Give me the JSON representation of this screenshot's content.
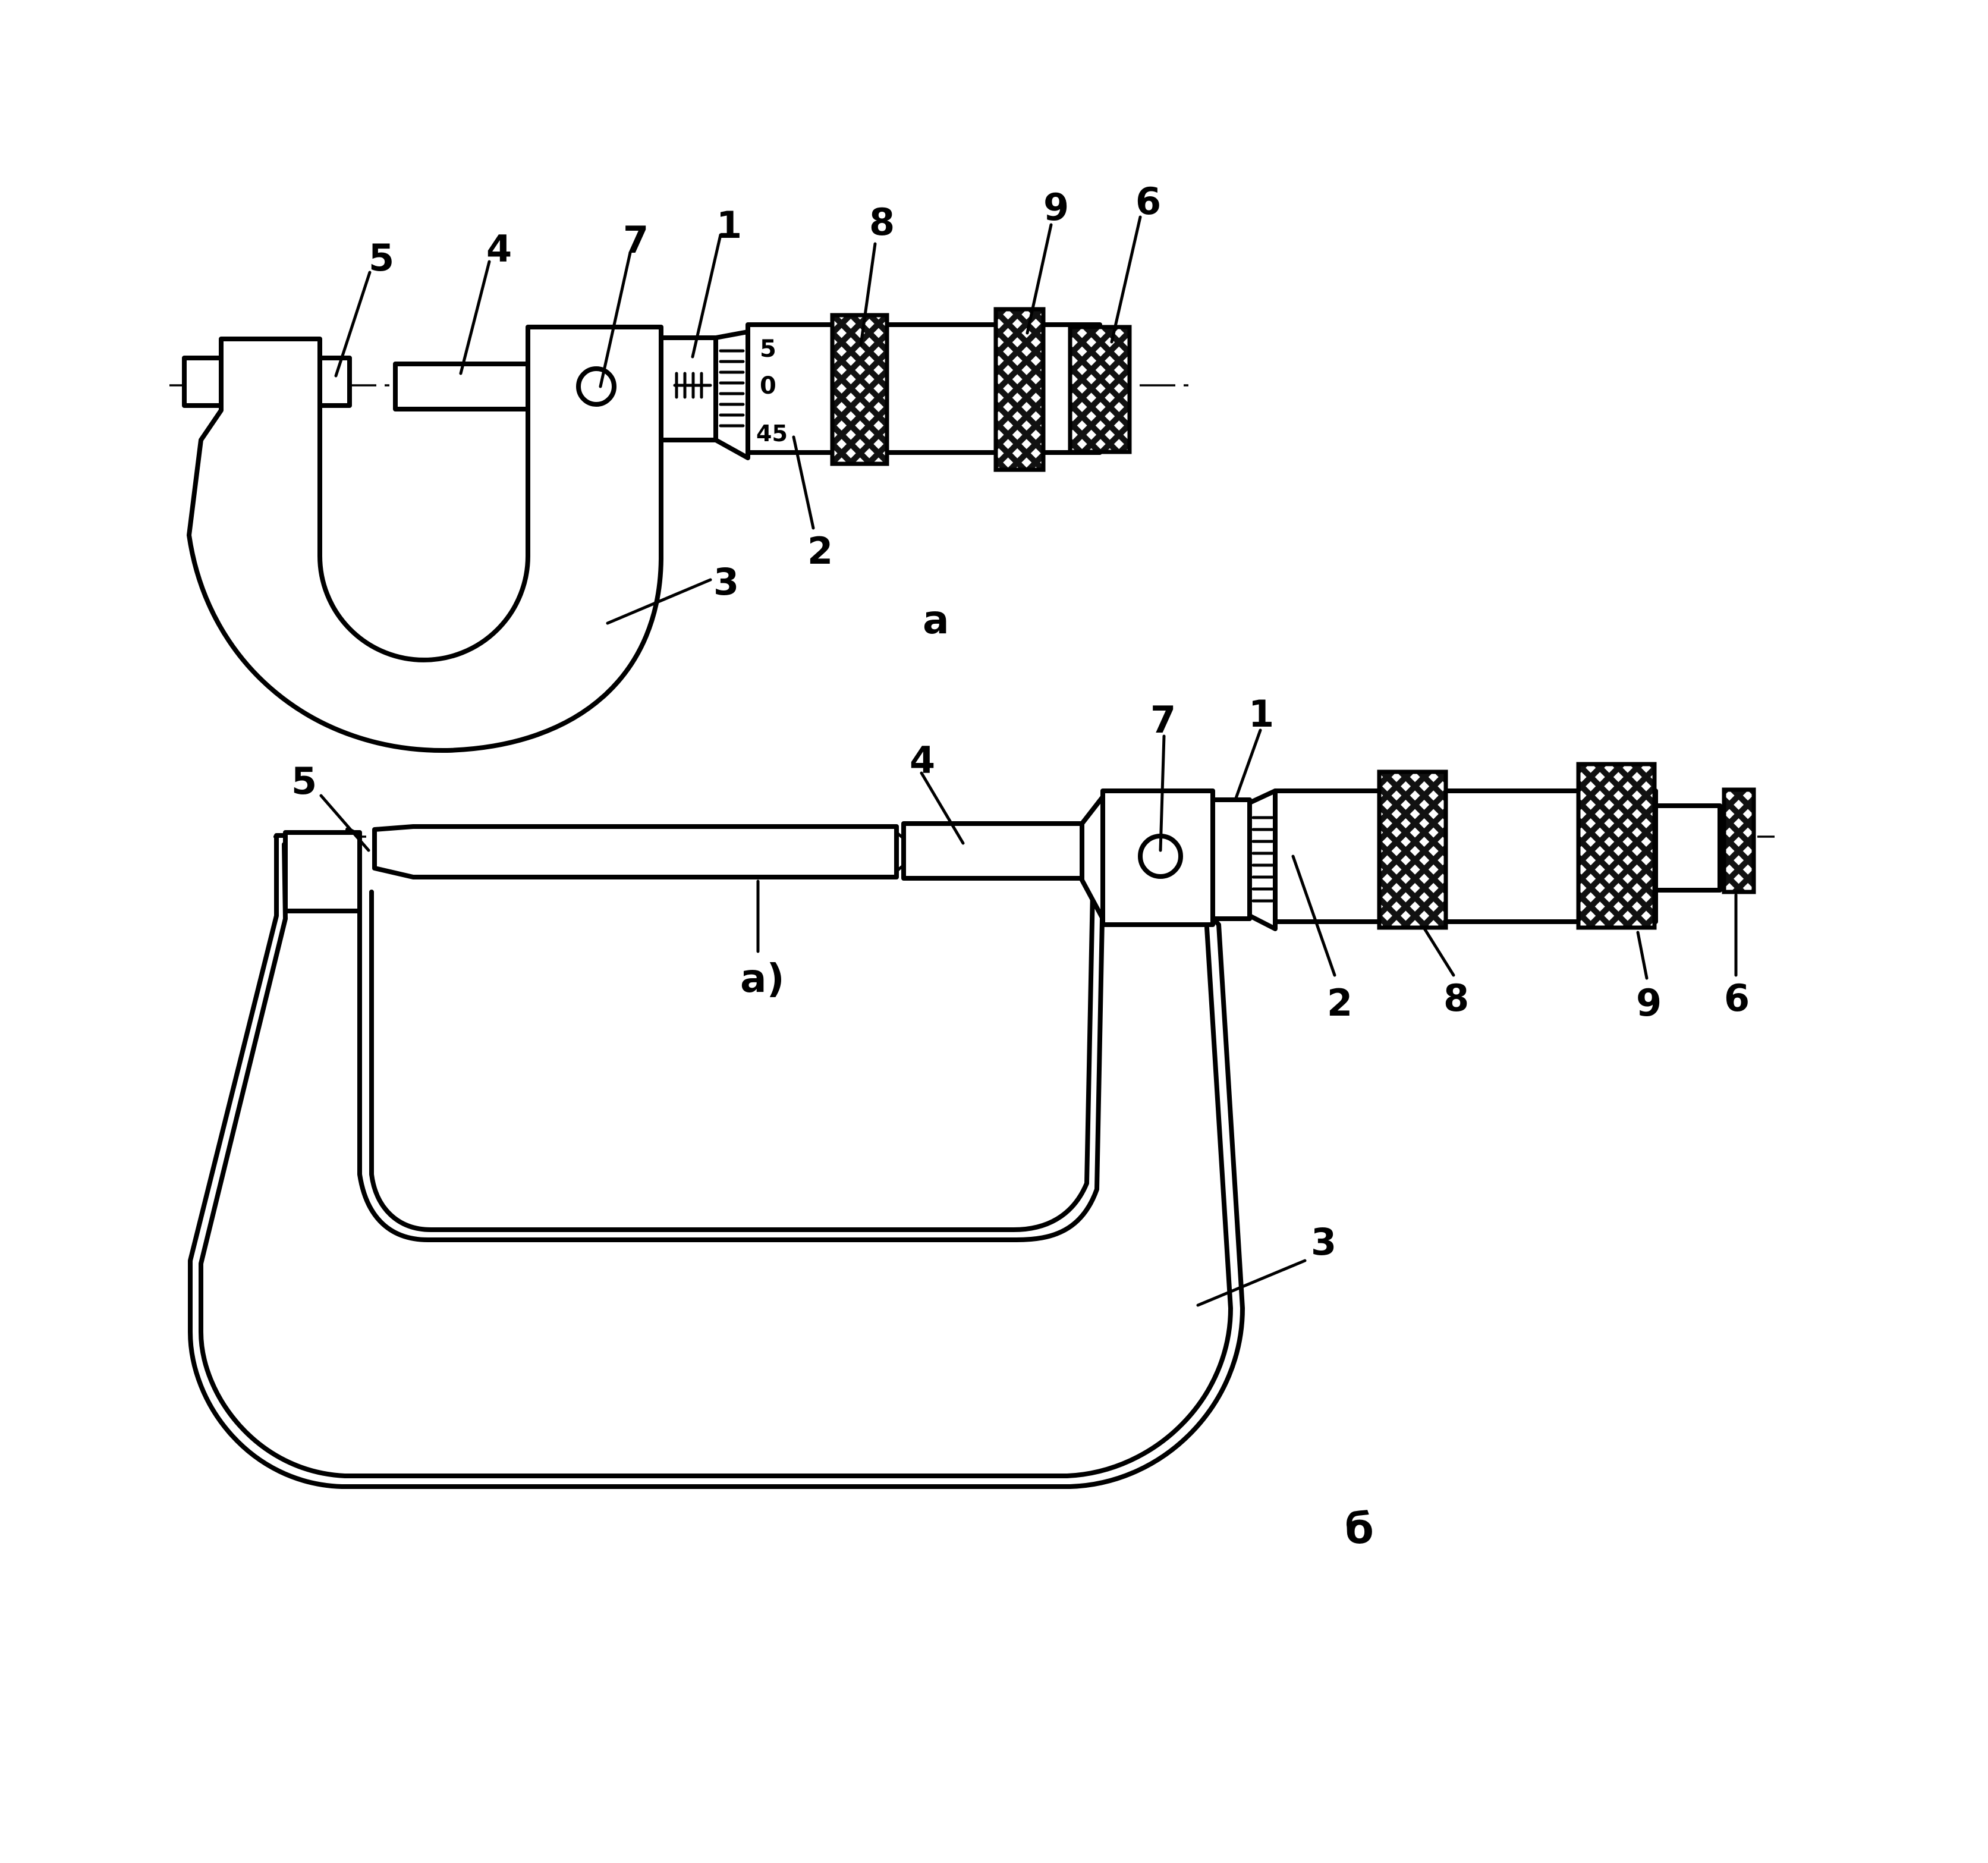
{
  "figure_a": {
    "caption": "a",
    "labels": {
      "l1": "1",
      "l2": "2",
      "l3": "3",
      "l4": "4",
      "l5": "5",
      "l6": "6",
      "l7": "7",
      "l8": "8",
      "l9": "9"
    },
    "scale_marks": {
      "top": "5",
      "middle": "0",
      "bottom": "45"
    }
  },
  "figure_b": {
    "caption": "б",
    "note": "a)",
    "labels": {
      "l1": "1",
      "l2": "2",
      "l3": "3",
      "l4": "4",
      "l5": "5",
      "l6": "6",
      "l7": "7",
      "l8": "8",
      "l9": "9"
    }
  }
}
